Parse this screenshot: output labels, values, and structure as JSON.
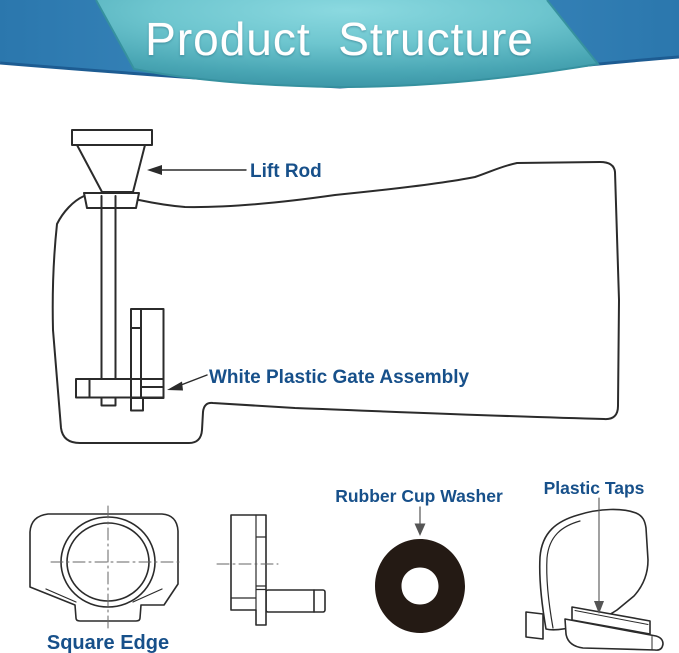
{
  "header": {
    "title": "Product  Structure"
  },
  "diagram": {
    "labels": {
      "lift_rod": "Lift Rod",
      "gate_assembly": "White Plastic Gate Assembly"
    }
  },
  "parts_row": {
    "square_edge_label": "Square Edge",
    "rubber_cup_washer_label": "Rubber Cup Washer",
    "plastic_taps_label": "Plastic Taps"
  },
  "colors": {
    "banner_blue": "#2d7bb1",
    "banner_navy_edge": "#1d5c92",
    "banner_teal_light": "#8bd9e0",
    "banner_teal_dark": "#3f9aaa",
    "banner_teal_edge": "#36919f",
    "label_blue": "#17508a",
    "line_dark": "#2b2b2b",
    "centerline_gray": "#666666",
    "washer_black": "#241a14",
    "background": "#ffffff"
  }
}
